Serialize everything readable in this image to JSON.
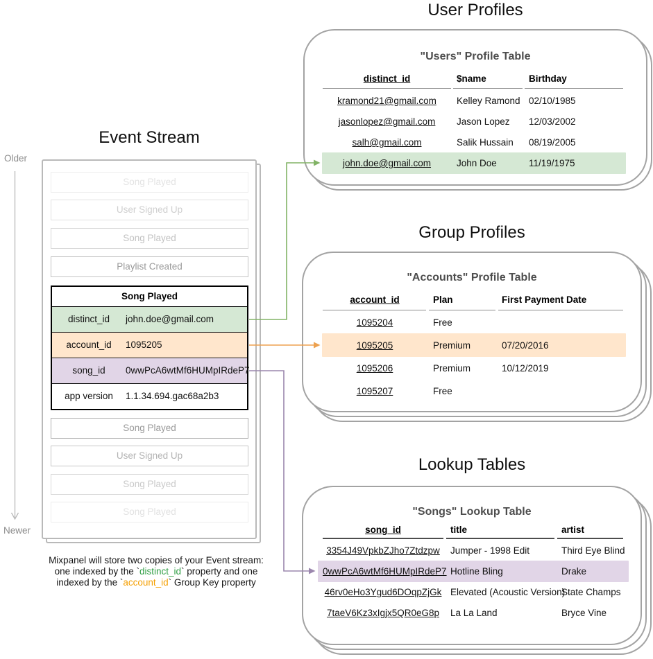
{
  "colors": {
    "green-bg": "#d5e8d4",
    "orange-bg": "#ffe6cc",
    "purple-bg": "#e1d5e7",
    "green-arrow": "#82b366",
    "orange-arrow": "#eda14f",
    "purple-arrow": "#9b87ad",
    "code-green": "#2f9e44",
    "code-orange": "#f59f00",
    "card-border": "#a3a3a3",
    "stream-border": "#b9b9b9"
  },
  "event_stream": {
    "title": "Event Stream",
    "older_label": "Older",
    "newer_label": "Newer",
    "faded_top": [
      "Song Played",
      "User Signed Up",
      "Song Played",
      "Playlist Created"
    ],
    "expanded_event": {
      "title": "Song Played",
      "rows": [
        {
          "key": "distinct_id",
          "value": "john.doe@gmail.com"
        },
        {
          "key": "account_id",
          "value": "1095205"
        },
        {
          "key": "song_id",
          "value": "0wwPcA6wtMf6HUMpIRdeP7"
        },
        {
          "key": "app version",
          "value": "1.1.34.694.gac68a2b3"
        }
      ]
    },
    "faded_bottom": [
      "Song Played",
      "User Signed Up",
      "Song Played",
      "Song Played"
    ]
  },
  "user_profiles": {
    "section_title": "User Profiles",
    "table_title": "\"Users\" Profile Table",
    "columns": [
      "distinct_id",
      "$name",
      "Birthday"
    ],
    "rows": [
      [
        "kramond21@gmail.com",
        "Kelley Ramond",
        "02/10/1985"
      ],
      [
        "jasonlopez@gmail.com",
        "Jason Lopez",
        "12/03/2002"
      ],
      [
        "salh@gmail.com",
        "Salik Hussain",
        "08/19/2005"
      ],
      [
        "john.doe@gmail.com",
        "John Doe",
        "11/19/1975"
      ]
    ],
    "highlighted_row_index": 3
  },
  "group_profiles": {
    "section_title": "Group Profiles",
    "table_title": "\"Accounts\" Profile Table",
    "columns": [
      "account_id",
      "Plan",
      "First Payment Date"
    ],
    "rows": [
      [
        "1095204",
        "Free",
        ""
      ],
      [
        "1095205",
        "Premium",
        "07/20/2016"
      ],
      [
        "1095206",
        "Premium",
        "10/12/2019"
      ],
      [
        "1095207",
        "Free",
        ""
      ]
    ],
    "highlighted_row_index": 1
  },
  "lookup_tables": {
    "section_title": "Lookup Tables",
    "table_title": "\"Songs\" Lookup Table",
    "columns": [
      "song_id",
      "title",
      "artist"
    ],
    "rows": [
      [
        "3354J49VpkbZJho7Ztdzpw",
        "Jumper - 1998 Edit",
        "Third Eye Blind"
      ],
      [
        "0wwPcA6wtMf6HUMpIRdeP7",
        "Hotline Bling",
        "Drake"
      ],
      [
        "46rv0eHo3Ygud6DOqpZjGk",
        "Elevated (Acoustic Version)",
        "State Champs"
      ],
      [
        "7taeV6Kz3xIgjx5QR0eG8p",
        "La La Land",
        "Bryce Vine"
      ]
    ],
    "highlighted_row_index": 1
  },
  "caption": {
    "line1": "Mixpanel will store two copies of your Event stream:",
    "line2_prefix": "one indexed by the `",
    "line2_code": "distinct_id",
    "line2_suffix": "` property and one",
    "line3_prefix": "indexed by the `",
    "line3_code": "account_id",
    "line3_suffix": "` Group Key property"
  }
}
